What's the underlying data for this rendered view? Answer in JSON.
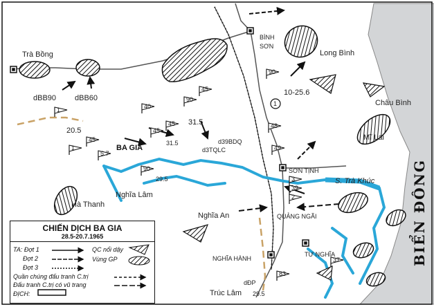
{
  "map": {
    "sea_label": "BIỂN ĐÔNG",
    "river_label": "S. Trà Khúc",
    "places": {
      "tra_bong": "Trà Bồng",
      "binh_son": "BÌNH SƠN",
      "long_binh": "Long Bình",
      "chau_binh": "Châu Bình",
      "mi_lai": "Mĩ Lai",
      "ba_gia": "BA GIA",
      "son_tinh": "SƠN TỊNH",
      "nghia_lam": "Nghĩa Lâm",
      "ha_thanh": "Hà Thanh",
      "nghia_an": "Nghĩa An",
      "quang_ngai": "QUẢNG NGÃI",
      "nghia_hanh": "NGHĨA HÀNH",
      "tu_nghia": "TƯ NGHĨA",
      "truc_lam": "Trúc Lâm"
    },
    "units": {
      "dbb90": "dBB90",
      "dbb60": "dBB60",
      "d39bdq": "d39BDQ",
      "d3tqlc": "d3TQLC",
      "ddp": "dĐP"
    },
    "dates": {
      "d10_25_6": "10-25.6",
      "d20_5": "20.5",
      "d31_5_a": "31.5",
      "d31_5_b": "31.5",
      "d29_5_a": "29.5",
      "d29_5_b": "29.5"
    },
    "route_number": "1",
    "flags": {
      "f1a": "1",
      "f1b": "1",
      "f45a": "45",
      "f40": "40",
      "f90a": "90",
      "f45b": "45",
      "f45c": "45",
      "f45d": "45",
      "f90b": "90",
      "f5_7": "5.7",
      "f90c": "90",
      "f48": "48",
      "f49": "49",
      "f3": "3",
      "f39": "39",
      "f2": "2",
      "f83": "83",
      "f37": "37"
    }
  },
  "legend": {
    "title": "CHIẾN DỊCH BA GIA",
    "dates": "28.5-20.7.1965",
    "ta_dot1": "TA: Đợt 1",
    "dot2": "Đợt 2",
    "dot3": "Đợt 3",
    "qc_noi_day": "QC nổi dậy",
    "vung_gp": "Vùng GP",
    "quan_chung": "Quần chúng đấu tranh C.trị",
    "dau_tranh": "Đấu tranh C.trị có vũ trang",
    "dich": "ĐỊCH:"
  },
  "colors": {
    "river": "#2aa7d8",
    "sea": "#d3d5d7",
    "road": "#555555",
    "boundary": "#c9a266"
  }
}
